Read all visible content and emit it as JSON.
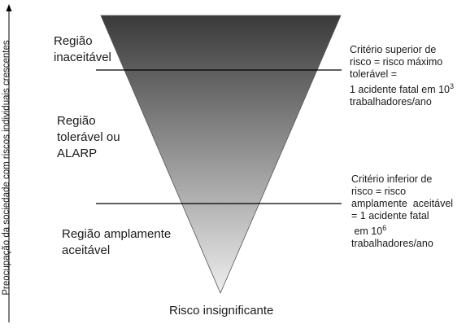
{
  "y_axis": {
    "label": "Preocupação da sociedade com riscos individuais crescentes"
  },
  "regions": {
    "unacceptable": [
      "Região",
      "inaceitável"
    ],
    "tolerable": [
      "Região",
      "tolerável ou",
      "ALARP"
    ],
    "broadly_acceptable": [
      "Região amplamente",
      "aceitável"
    ],
    "negligible": "Risco insignificante"
  },
  "criteria": {
    "upper": {
      "lines": [
        "Critério superior de",
        "risco = risco máximo",
        "tolerável ="
      ],
      "fatal_prefix": "1 acidente fatal em 10",
      "fatal_exp": "3",
      "last_line": "trabalhadores/ano"
    },
    "lower": {
      "lines": [
        "Critério inferior de",
        "risco = risco",
        "amplamente  aceitável",
        "= 1 acidente fatal"
      ],
      "fatal_prefix": " em 10",
      "fatal_exp": "6",
      "last_line": "trabalhadores/ano"
    }
  },
  "colors": {
    "triangle_top": "#3a3a3a",
    "triangle_bottom": "#eeeeee",
    "lines": "#000000"
  }
}
